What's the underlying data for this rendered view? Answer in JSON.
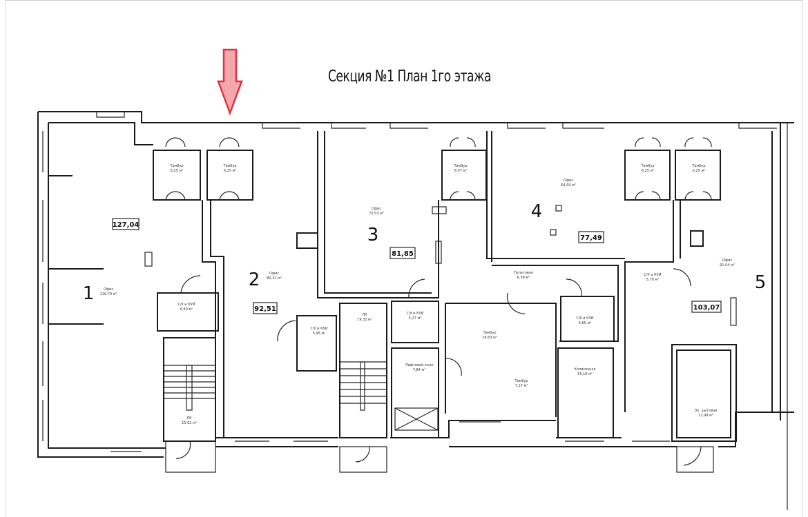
{
  "title": "Секция №1 План 1го этажа",
  "arrow_color": "#e0303a",
  "units": [
    {
      "number": "1",
      "area": "127,04",
      "room": "Офис",
      "room_area": "116,79 м²"
    },
    {
      "number": "2",
      "area": "92,51",
      "room": "Офис",
      "room_area": "80,32 м²"
    },
    {
      "number": "3",
      "area": "81,85",
      "room": "Офис",
      "room_area": "70,53 м²"
    },
    {
      "number": "4",
      "area": "77,49",
      "room": "Офис",
      "room_area": "64,59 м²"
    },
    {
      "number": "5",
      "area": "103,07",
      "room": "Офис",
      "room_area": "91,04 м²"
    }
  ],
  "rooms": [
    {
      "name": "Тамбур",
      "area": "6,25 м²"
    },
    {
      "name": "Тамбур",
      "area": "6,25 м²"
    },
    {
      "name": "Тамбур",
      "area": "6,07 м²"
    },
    {
      "name": "Тамбур",
      "area": "6,25 м²"
    },
    {
      "name": "Тамбур",
      "area": "6,25 м²"
    },
    {
      "name": "С/У и КУИ",
      "area": "6,60 м²"
    },
    {
      "name": "С/У и КУИ",
      "area": "5,96 м²"
    },
    {
      "name": "ЛК",
      "area": "15,62 м²"
    },
    {
      "name": "ЛК",
      "area": "19,32 м²"
    },
    {
      "name": "С/У и КУИ",
      "area": "5,27 м²"
    },
    {
      "name": "Лифтовой холл",
      "area": "7,84 м²"
    },
    {
      "name": "Тамбур",
      "area": "28,63 м²"
    },
    {
      "name": "Тамбур",
      "area": "7,17 м²"
    },
    {
      "name": "Пультовая",
      "area": "6,58 м²"
    },
    {
      "name": "С/У и КУИ",
      "area": "6,65 м²"
    },
    {
      "name": "Колясочная",
      "area": "15,16 м²"
    },
    {
      "name": "С/У и КУИ",
      "area": "5,78 м²"
    },
    {
      "name": "Эл. щитовая",
      "area": "12,99 м²"
    }
  ]
}
